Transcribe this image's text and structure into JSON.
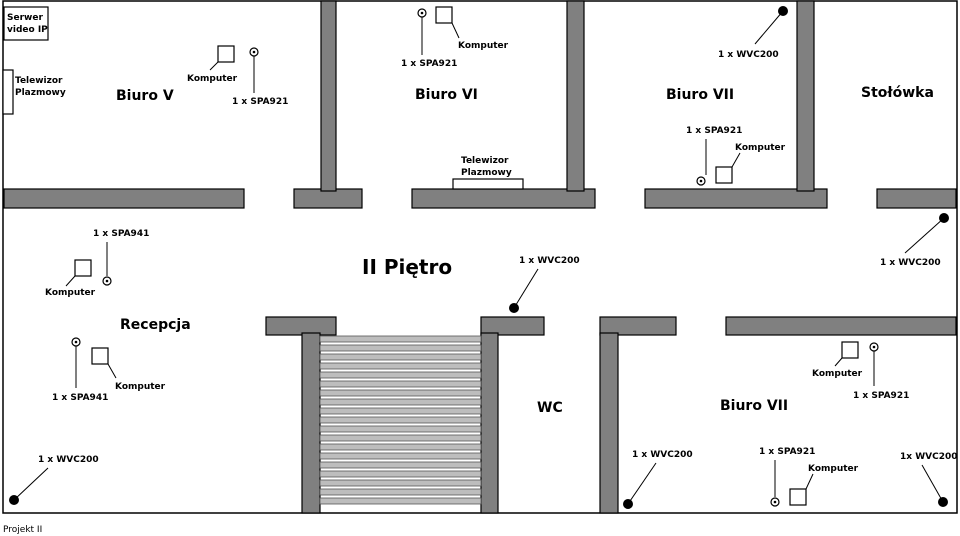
{
  "floor_title": "II Piętro",
  "footer": "Projekt II",
  "rooms": {
    "biuro_v": "Biuro V",
    "biuro_vi": "Biuro VI",
    "biuro_vii_top": "Biuro VII",
    "stolowka": "Stołówka",
    "recepcja": "Recepcja",
    "wc": "WC",
    "biuro_vii_bottom": "Biuro VII"
  },
  "devices": {
    "server_line1": "Serwer",
    "server_line2": "video IP",
    "tv1_line1": "Telewizor",
    "tv1_line2": "Plazmowy",
    "tv2_line1": "Telewizor",
    "tv2_line2": "Plazmowy",
    "pc_biuro_v": "Komputer",
    "spa_biuro_v": "1 x SPA921",
    "pc_biuro_vi": "Komputer",
    "spa_biuro_vi": "1 x SPA921",
    "wvc_biuro_vii_top": "1 x WVC200",
    "spa_biuro_vii_top": "1 x SPA921",
    "pc_biuro_vii_top": "Komputer",
    "spa_recepcja_top": "1 x SPA941",
    "pc_recepcja_top": "Komputer",
    "spa_recepcja_bottom": "1 x SPA941",
    "pc_recepcja_bottom": "Komputer",
    "wvc_recepcja": "1 x WVC200",
    "wvc_corridor": "1 x WVC200",
    "wvc_corridor_right": "1 x WVC200",
    "pc_biuro_vii_bottom": "Komputer",
    "spa_biuro_vii_bottom_right": "1 x SPA921",
    "wvc_biuro_vii_bottom_left": "1 x WVC200",
    "spa_biuro_vii_bottom_mid": "1 x SPA921",
    "pc_biuro_vii_bottom_mid": "Komputer",
    "wvc_biuro_vii_bottom_right": "1x WVC200"
  }
}
